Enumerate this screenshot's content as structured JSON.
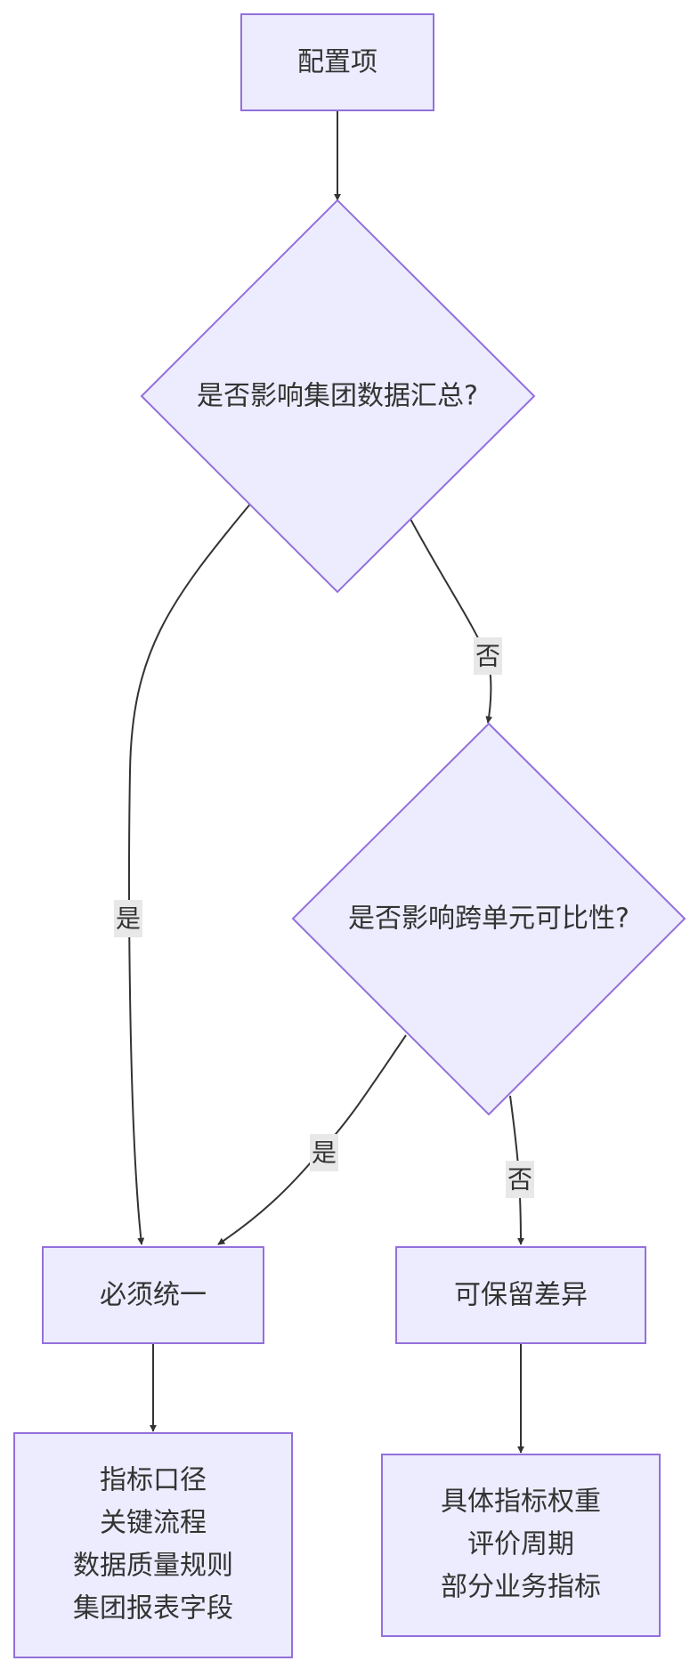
{
  "nodes": {
    "config_item": "配置项",
    "affects_group_summary": "是否影响集团数据汇总?",
    "affects_comparability": "是否影响跨单元可比性?",
    "must_unify": "必须统一",
    "may_differ": "可保留差异",
    "unified_items": [
      "指标口径",
      "关键流程",
      "数据质量规则",
      "集团报表字段"
    ],
    "differing_items": [
      "具体指标权重",
      "评价周期",
      "部分业务指标"
    ]
  },
  "edge_labels": {
    "summary_yes": "是",
    "summary_no": "否",
    "comparability_yes": "是",
    "comparability_no": "否"
  },
  "colors": {
    "node_fill": "#ececfe",
    "node_stroke": "#9370db",
    "edge": "#333333",
    "label_bg": "#e8e8e8"
  }
}
